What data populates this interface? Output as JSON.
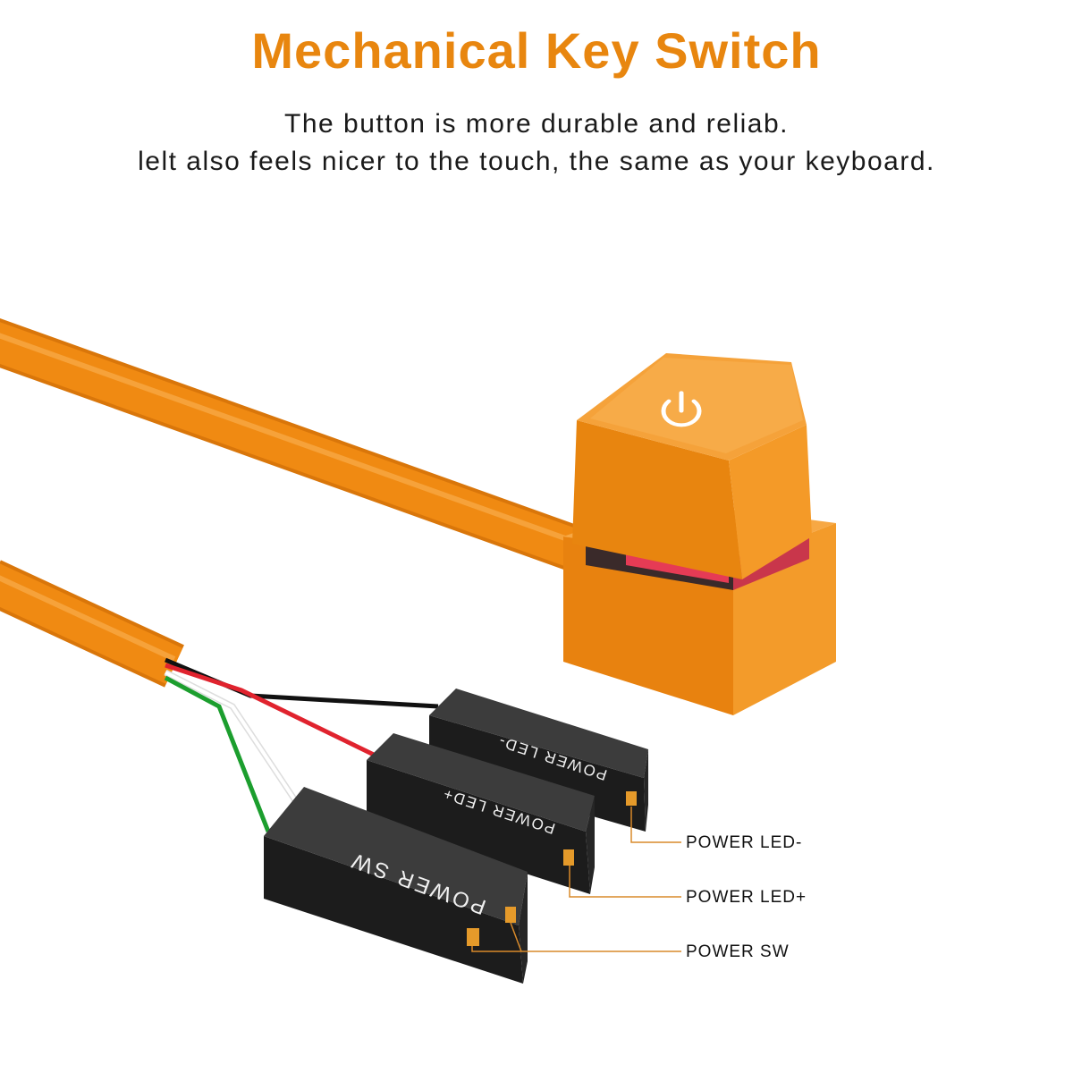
{
  "header": {
    "title": "Mechanical Key Switch",
    "subtitle_lines": [
      "The button is more durable and reliab.",
      "lelt also feels nicer to the touch, the same as your keyboard."
    ]
  },
  "connectors": [
    {
      "print": "POWER LED-",
      "callout": "POWER LED-"
    },
    {
      "print": "POWER LED+",
      "callout": "POWER LED+"
    },
    {
      "print": "POWER SW",
      "callout": "POWER SW"
    }
  ],
  "colors": {
    "accent": "#E8860F",
    "cable": "#F08A12",
    "keycap": "#F0921E",
    "connector": "#2B2B2B",
    "callout_line": "#D98A2A"
  },
  "icons": {
    "keycap_symbol": "power-icon"
  }
}
